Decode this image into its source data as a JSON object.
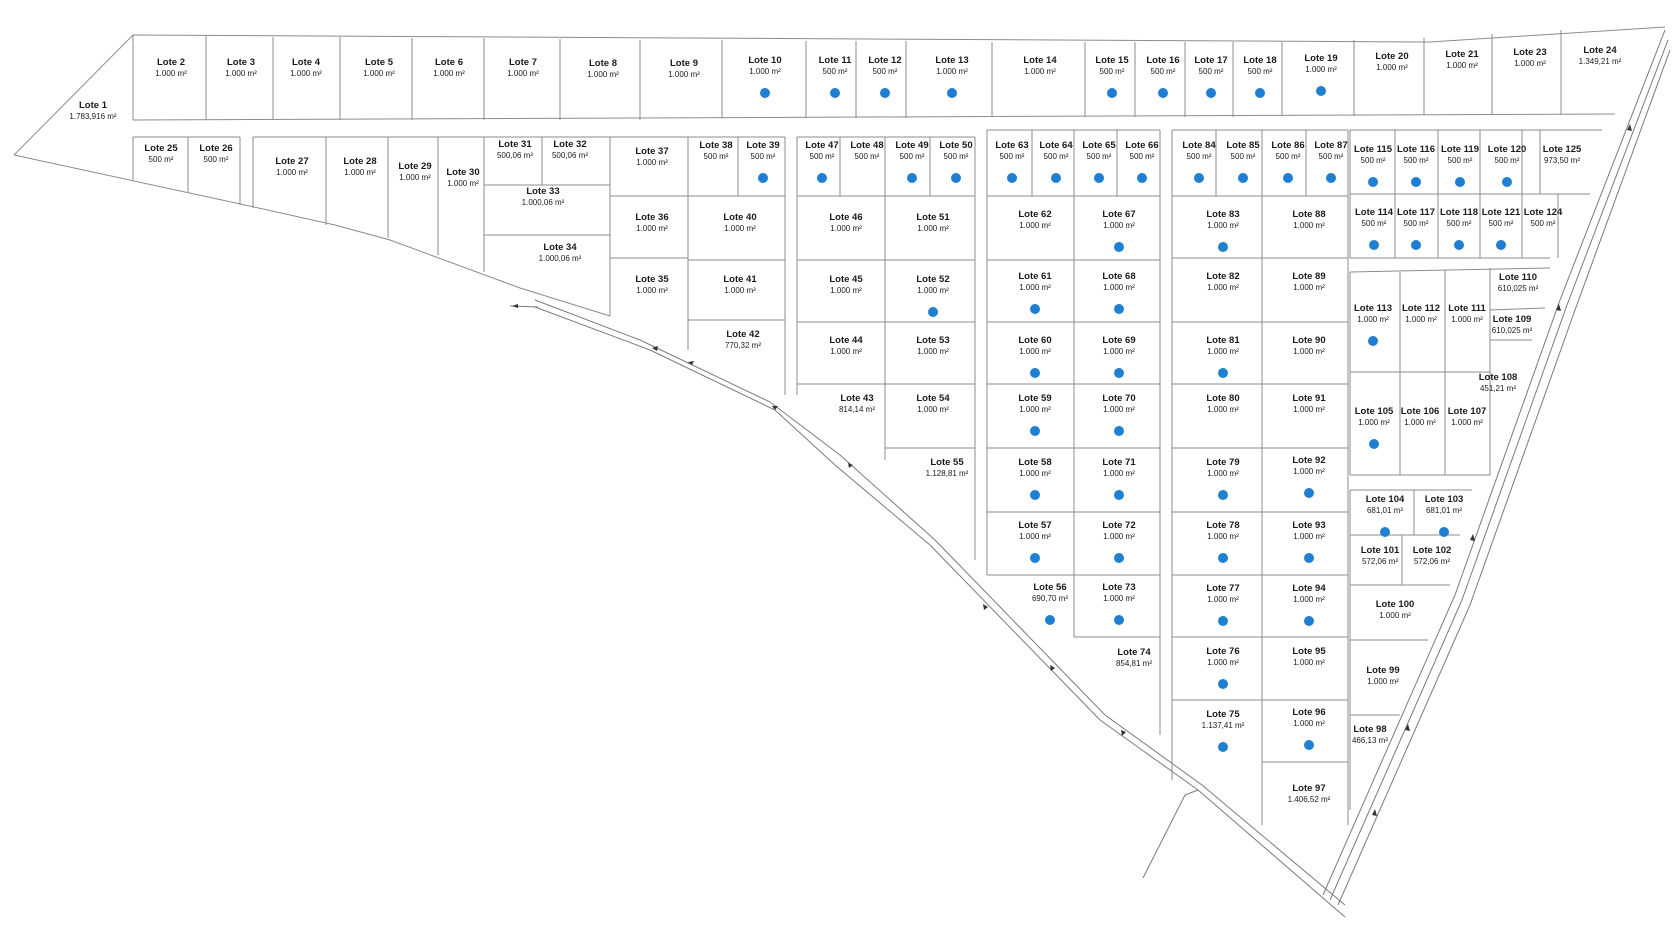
{
  "colors": {
    "sold_dot": "#1f7fd1",
    "line": "#8c8c8c",
    "background": "#ffffff"
  },
  "legend_icons": [
    "sold-dot-icon",
    "road-arrow-icon"
  ],
  "lots": [
    {
      "id": "1",
      "label": "Lote 1",
      "area": "1.783,916 m²",
      "sold": false
    },
    {
      "id": "2",
      "label": "Lote 2",
      "area": "1.000 m²",
      "sold": false
    },
    {
      "id": "3",
      "label": "Lote 3",
      "area": "1.000 m²",
      "sold": false
    },
    {
      "id": "4",
      "label": "Lote 4",
      "area": "1.000 m²",
      "sold": false
    },
    {
      "id": "5",
      "label": "Lote 5",
      "area": "1.000 m²",
      "sold": false
    },
    {
      "id": "6",
      "label": "Lote 6",
      "area": "1.000 m²",
      "sold": false
    },
    {
      "id": "7",
      "label": "Lote 7",
      "area": "1.000 m²",
      "sold": false
    },
    {
      "id": "8",
      "label": "Lote 8",
      "area": "1.000 m²",
      "sold": false
    },
    {
      "id": "9",
      "label": "Lote 9",
      "area": "1.000 m²",
      "sold": false
    },
    {
      "id": "10",
      "label": "Lote 10",
      "area": "1.000 m²",
      "sold": true
    },
    {
      "id": "11",
      "label": "Lote 11",
      "area": "500 m²",
      "sold": true
    },
    {
      "id": "12",
      "label": "Lote 12",
      "area": "500 m²",
      "sold": true
    },
    {
      "id": "13",
      "label": "Lote 13",
      "area": "1.000 m²",
      "sold": true
    },
    {
      "id": "14",
      "label": "Lote 14",
      "area": "1.000 m²",
      "sold": false
    },
    {
      "id": "15",
      "label": "Lote 15",
      "area": "500 m²",
      "sold": true
    },
    {
      "id": "16",
      "label": "Lote 16",
      "area": "500 m²",
      "sold": true
    },
    {
      "id": "17",
      "label": "Lote 17",
      "area": "500 m²",
      "sold": true
    },
    {
      "id": "18",
      "label": "Lote 18",
      "area": "500 m²",
      "sold": true
    },
    {
      "id": "19",
      "label": "Lote 19",
      "area": "1.000 m²",
      "sold": true
    },
    {
      "id": "20",
      "label": "Lote 20",
      "area": "1.000 m²",
      "sold": false
    },
    {
      "id": "21",
      "label": "Lote 21",
      "area": "1.000 m²",
      "sold": false
    },
    {
      "id": "23",
      "label": "Lote 23",
      "area": "1.000 m²",
      "sold": false
    },
    {
      "id": "24",
      "label": "Lote 24",
      "area": "1.349,21 m²",
      "sold": false
    },
    {
      "id": "25",
      "label": "Lote 25",
      "area": "500 m²",
      "sold": false
    },
    {
      "id": "26",
      "label": "Lote 26",
      "area": "500 m²",
      "sold": false
    },
    {
      "id": "27",
      "label": "Lote 27",
      "area": "1.000 m²",
      "sold": false
    },
    {
      "id": "28",
      "label": "Lote 28",
      "area": "1.000 m²",
      "sold": false
    },
    {
      "id": "29",
      "label": "Lote 29",
      "area": "1.000 m²",
      "sold": false
    },
    {
      "id": "30",
      "label": "Lote 30",
      "area": "1.000 m²",
      "sold": false
    },
    {
      "id": "31",
      "label": "Lote 31",
      "area": "500,06 m²",
      "sold": false
    },
    {
      "id": "32",
      "label": "Lote 32",
      "area": "500,06 m²",
      "sold": false
    },
    {
      "id": "33",
      "label": "Lote 33",
      "area": "1.000,06 m²",
      "sold": false
    },
    {
      "id": "34",
      "label": "Lote 34",
      "area": "1.000,06 m²",
      "sold": false
    },
    {
      "id": "35",
      "label": "Lote 35",
      "area": "1.000 m²",
      "sold": false
    },
    {
      "id": "36",
      "label": "Lote 36",
      "area": "1.000 m²",
      "sold": false
    },
    {
      "id": "37",
      "label": "Lote 37",
      "area": "1.000 m²",
      "sold": false
    },
    {
      "id": "38",
      "label": "Lote 38",
      "area": "500 m²",
      "sold": false
    },
    {
      "id": "39",
      "label": "Lote 39",
      "area": "500 m²",
      "sold": true
    },
    {
      "id": "40",
      "label": "Lote 40",
      "area": "1.000 m²",
      "sold": false
    },
    {
      "id": "41",
      "label": "Lote 41",
      "area": "1.000 m²",
      "sold": false
    },
    {
      "id": "42",
      "label": "Lote 42",
      "area": "770,32 m²",
      "sold": false
    },
    {
      "id": "43",
      "label": "Lote 43",
      "area": "814,14 m²",
      "sold": false
    },
    {
      "id": "44",
      "label": "Lote 44",
      "area": "1.000 m²",
      "sold": false
    },
    {
      "id": "45",
      "label": "Lote 45",
      "area": "1.000 m²",
      "sold": false
    },
    {
      "id": "46",
      "label": "Lote 46",
      "area": "1.000 m²",
      "sold": false
    },
    {
      "id": "47",
      "label": "Lote 47",
      "area": "500 m²",
      "sold": true
    },
    {
      "id": "48",
      "label": "Lote 48",
      "area": "500 m²",
      "sold": false
    },
    {
      "id": "49",
      "label": "Lote 49",
      "area": "500 m²",
      "sold": true
    },
    {
      "id": "50",
      "label": "Lote 50",
      "area": "500 m²",
      "sold": true
    },
    {
      "id": "51",
      "label": "Lote 51",
      "area": "1.000 m²",
      "sold": false
    },
    {
      "id": "52",
      "label": "Lote 52",
      "area": "1.000 m²",
      "sold": true
    },
    {
      "id": "53",
      "label": "Lote 53",
      "area": "1.000 m²",
      "sold": false
    },
    {
      "id": "54",
      "label": "Lote 54",
      "area": "1.000 m²",
      "sold": false
    },
    {
      "id": "55",
      "label": "Lote 55",
      "area": "1.128,81 m²",
      "sold": false
    },
    {
      "id": "56",
      "label": "Lote 56",
      "area": "690,70 m²",
      "sold": true
    },
    {
      "id": "57",
      "label": "Lote 57",
      "area": "1.000 m²",
      "sold": true
    },
    {
      "id": "58",
      "label": "Lote 58",
      "area": "1.000 m²",
      "sold": true
    },
    {
      "id": "59",
      "label": "Lote 59",
      "area": "1.000 m²",
      "sold": true
    },
    {
      "id": "60",
      "label": "Lote 60",
      "area": "1.000 m²",
      "sold": true
    },
    {
      "id": "61",
      "label": "Lote 61",
      "area": "1.000 m²",
      "sold": true
    },
    {
      "id": "62",
      "label": "Lote 62",
      "area": "1.000 m²",
      "sold": false
    },
    {
      "id": "63",
      "label": "Lote 63",
      "area": "500 m²",
      "sold": true
    },
    {
      "id": "64",
      "label": "Lote 64",
      "area": "500 m²",
      "sold": true
    },
    {
      "id": "65",
      "label": "Lote 65",
      "area": "500 m²",
      "sold": true
    },
    {
      "id": "66",
      "label": "Lote 66",
      "area": "500 m²",
      "sold": true
    },
    {
      "id": "67",
      "label": "Lote 67",
      "area": "1.000 m²",
      "sold": true
    },
    {
      "id": "68",
      "label": "Lote 68",
      "area": "1.000 m²",
      "sold": true
    },
    {
      "id": "69",
      "label": "Lote 69",
      "area": "1.000 m²",
      "sold": true
    },
    {
      "id": "70",
      "label": "Lote 70",
      "area": "1.000 m²",
      "sold": true
    },
    {
      "id": "71",
      "label": "Lote 71",
      "area": "1.000 m²",
      "sold": true
    },
    {
      "id": "72",
      "label": "Lote 72",
      "area": "1.000 m²",
      "sold": true
    },
    {
      "id": "73",
      "label": "Lote 73",
      "area": "1.000 m²",
      "sold": true
    },
    {
      "id": "74",
      "label": "Lote 74",
      "area": "854,81 m²",
      "sold": false
    },
    {
      "id": "75",
      "label": "Lote 75",
      "area": "1.137,41 m²",
      "sold": true
    },
    {
      "id": "76",
      "label": "Lote 76",
      "area": "1.000 m²",
      "sold": true
    },
    {
      "id": "77",
      "label": "Lote 77",
      "area": "1.000 m²",
      "sold": true
    },
    {
      "id": "78",
      "label": "Lote 78",
      "area": "1.000 m²",
      "sold": true
    },
    {
      "id": "79",
      "label": "Lote 79",
      "area": "1.000 m²",
      "sold": true
    },
    {
      "id": "80",
      "label": "Lote 80",
      "area": "1.000 m²",
      "sold": false
    },
    {
      "id": "81",
      "label": "Lote 81",
      "area": "1.000 m²",
      "sold": true
    },
    {
      "id": "82",
      "label": "Lote 82",
      "area": "1.000 m²",
      "sold": false
    },
    {
      "id": "83",
      "label": "Lote 83",
      "area": "1.000 m²",
      "sold": true
    },
    {
      "id": "84",
      "label": "Lote 84",
      "area": "500 m²",
      "sold": true
    },
    {
      "id": "85",
      "label": "Lote 85",
      "area": "500 m²",
      "sold": true
    },
    {
      "id": "86",
      "label": "Lote 86",
      "area": "500 m²",
      "sold": true
    },
    {
      "id": "87",
      "label": "Lote 87",
      "area": "500 m²",
      "sold": true
    },
    {
      "id": "88",
      "label": "Lote 88",
      "area": "1.000 m²",
      "sold": false
    },
    {
      "id": "89",
      "label": "Lote 89",
      "area": "1.000 m²",
      "sold": false
    },
    {
      "id": "90",
      "label": "Lote 90",
      "area": "1.000 m²",
      "sold": false
    },
    {
      "id": "91",
      "label": "Lote 91",
      "area": "1.000 m²",
      "sold": false
    },
    {
      "id": "92",
      "label": "Lote 92",
      "area": "1.000 m²",
      "sold": true
    },
    {
      "id": "93",
      "label": "Lote 93",
      "area": "1.000 m²",
      "sold": true
    },
    {
      "id": "94",
      "label": "Lote 94",
      "area": "1.000 m²",
      "sold": true
    },
    {
      "id": "95",
      "label": "Lote 95",
      "area": "1.000 m²",
      "sold": false
    },
    {
      "id": "96",
      "label": "Lote 96",
      "area": "1.000 m²",
      "sold": true
    },
    {
      "id": "97",
      "label": "Lote 97",
      "area": "1.406,52 m²",
      "sold": false
    },
    {
      "id": "98",
      "label": "Lote 98",
      "area": "466,13 m²",
      "sold": false
    },
    {
      "id": "99",
      "label": "Lote 99",
      "area": "1.000 m²",
      "sold": false
    },
    {
      "id": "100",
      "label": "Lote 100",
      "area": "1.000 m²",
      "sold": false
    },
    {
      "id": "101",
      "label": "Lote 101",
      "area": "572,06 m²",
      "sold": false
    },
    {
      "id": "102",
      "label": "Lote 102",
      "area": "572,06 m²",
      "sold": false
    },
    {
      "id": "103",
      "label": "Lote 103",
      "area": "681,01 m²",
      "sold": true
    },
    {
      "id": "104",
      "label": "Lote 104",
      "area": "681,01 m²",
      "sold": true
    },
    {
      "id": "105",
      "label": "Lote 105",
      "area": "1.000 m²",
      "sold": true
    },
    {
      "id": "106",
      "label": "Lote 106",
      "area": "1.000 m²",
      "sold": false
    },
    {
      "id": "107",
      "label": "Lote 107",
      "area": "1.000 m²",
      "sold": false
    },
    {
      "id": "108",
      "label": "Lote 108",
      "area": "451,21 m²",
      "sold": false
    },
    {
      "id": "109",
      "label": "Lote 109",
      "area": "610,025 m²",
      "sold": false
    },
    {
      "id": "110",
      "label": "Lote 110",
      "area": "610,025 m²",
      "sold": false
    },
    {
      "id": "111",
      "label": "Lote 111",
      "area": "1.000 m²",
      "sold": false
    },
    {
      "id": "112",
      "label": "Lote 112",
      "area": "1.000 m²",
      "sold": false
    },
    {
      "id": "113",
      "label": "Lote 113",
      "area": "1.000 m²",
      "sold": true
    },
    {
      "id": "114",
      "label": "Lote 114",
      "area": "500 m²",
      "sold": true
    },
    {
      "id": "115",
      "label": "Lote 115",
      "area": "500 m²",
      "sold": true
    },
    {
      "id": "116",
      "label": "Lote 116",
      "area": "500 m²",
      "sold": true
    },
    {
      "id": "117",
      "label": "Lote 117",
      "area": "500 m²",
      "sold": true
    },
    {
      "id": "118",
      "label": "Lote 118",
      "area": "500 m²",
      "sold": true
    },
    {
      "id": "119",
      "label": "Lote 119",
      "area": "500 m²",
      "sold": true
    },
    {
      "id": "120",
      "label": "Lote 120",
      "area": "500 m²",
      "sold": true
    },
    {
      "id": "121",
      "label": "Lote 121",
      "area": "500 m²",
      "sold": true
    },
    {
      "id": "124",
      "label": "Lote 124",
      "area": "500 m²",
      "sold": false
    },
    {
      "id": "125",
      "label": "Lote 125",
      "area": "973,50 m²",
      "sold": false
    }
  ]
}
